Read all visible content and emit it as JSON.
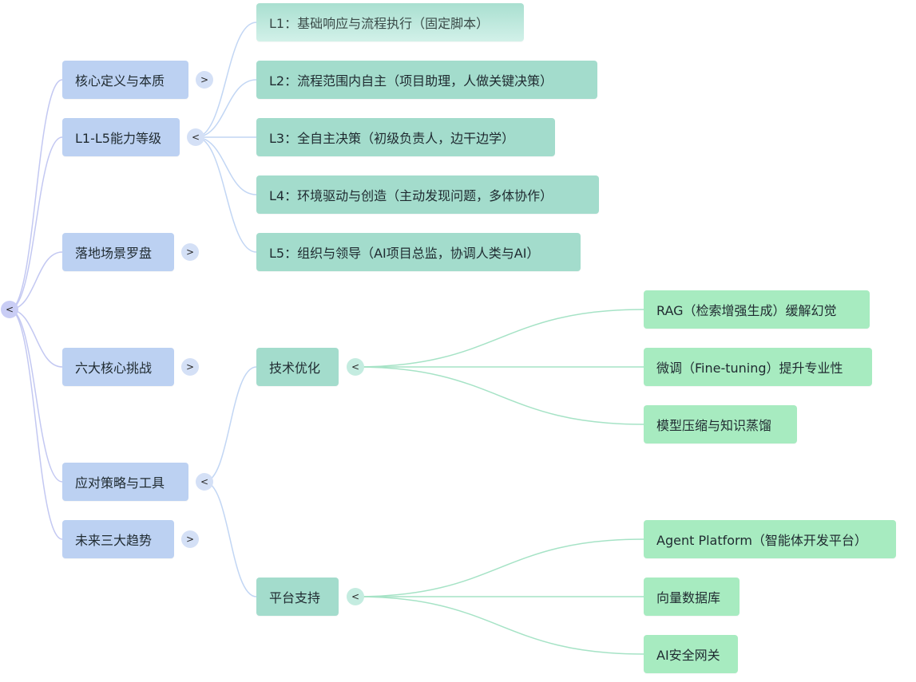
{
  "root": {
    "toggle": "<",
    "children": [
      {
        "id": "definition",
        "label": "核心定义与本质",
        "toggle": ">"
      },
      {
        "id": "levels",
        "label": "L1-L5能力等级",
        "toggle": "<",
        "children": [
          {
            "id": "l1",
            "label": "L1：基础响应与流程执行（固定脚本）"
          },
          {
            "id": "l2",
            "label": "L2：流程范围内自主（项目助理，人做关键决策）"
          },
          {
            "id": "l3",
            "label": "L3：全自主决策（初级负责人，边干边学）"
          },
          {
            "id": "l4",
            "label": "L4：环境驱动与创造（主动发现问题，多体协作）"
          },
          {
            "id": "l5",
            "label": "L5：组织与领导（AI项目总监，协调人类与AI）"
          }
        ]
      },
      {
        "id": "scenarios",
        "label": "落地场景罗盘",
        "toggle": ">"
      },
      {
        "id": "challenges",
        "label": "六大核心挑战",
        "toggle": ">"
      },
      {
        "id": "strategies",
        "label": "应对策略与工具",
        "toggle": "<",
        "children": [
          {
            "id": "tech",
            "label": "技术优化",
            "toggle": "<",
            "children": [
              {
                "id": "rag",
                "label": "RAG（检索增强生成）缓解幻觉"
              },
              {
                "id": "finetune",
                "label": "微调（Fine-tuning）提升专业性"
              },
              {
                "id": "distill",
                "label": "模型压缩与知识蒸馏"
              }
            ]
          },
          {
            "id": "platform",
            "label": "平台支持",
            "toggle": "<",
            "children": [
              {
                "id": "agentplatform",
                "label": "Agent Platform（智能体开发平台）"
              },
              {
                "id": "vectordb",
                "label": "向量数据库"
              },
              {
                "id": "aigateway",
                "label": "AI安全网关"
              }
            ]
          }
        ]
      },
      {
        "id": "trends",
        "label": "未来三大趋势",
        "toggle": ">"
      }
    ]
  },
  "colors": {
    "level1_node": "#bcd1f2",
    "level2_node": "#a3dccc",
    "level3_node": "#a7ebc0",
    "level1_link": "#c3c8f2",
    "level2_link": "#c2d6f4",
    "level3_link": "#a6e3c6"
  }
}
